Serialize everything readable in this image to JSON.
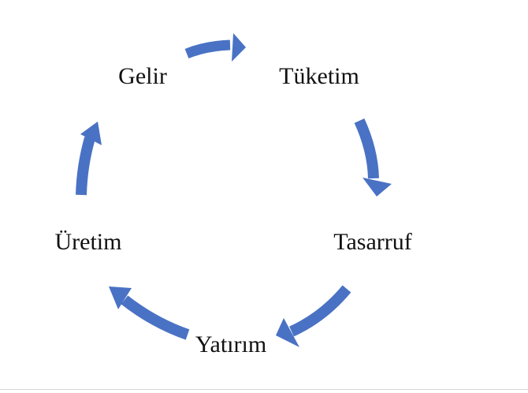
{
  "diagram": {
    "type": "cycle",
    "nodes": [
      {
        "id": "gelir",
        "label": "Gelir"
      },
      {
        "id": "tuketim",
        "label": "Tüketim"
      },
      {
        "id": "tasarruf",
        "label": "Tasarruf"
      },
      {
        "id": "yatirim",
        "label": "Yatırım"
      },
      {
        "id": "uretim",
        "label": "Üretim"
      }
    ],
    "edges": [
      {
        "from": "gelir",
        "to": "tuketim"
      },
      {
        "from": "tuketim",
        "to": "tasarruf"
      },
      {
        "from": "tasarruf",
        "to": "yatirim"
      },
      {
        "from": "yatirim",
        "to": "uretim"
      },
      {
        "from": "uretim",
        "to": "gelir"
      }
    ],
    "arrow_color": "#4a72c4",
    "text_color": "#111111"
  }
}
